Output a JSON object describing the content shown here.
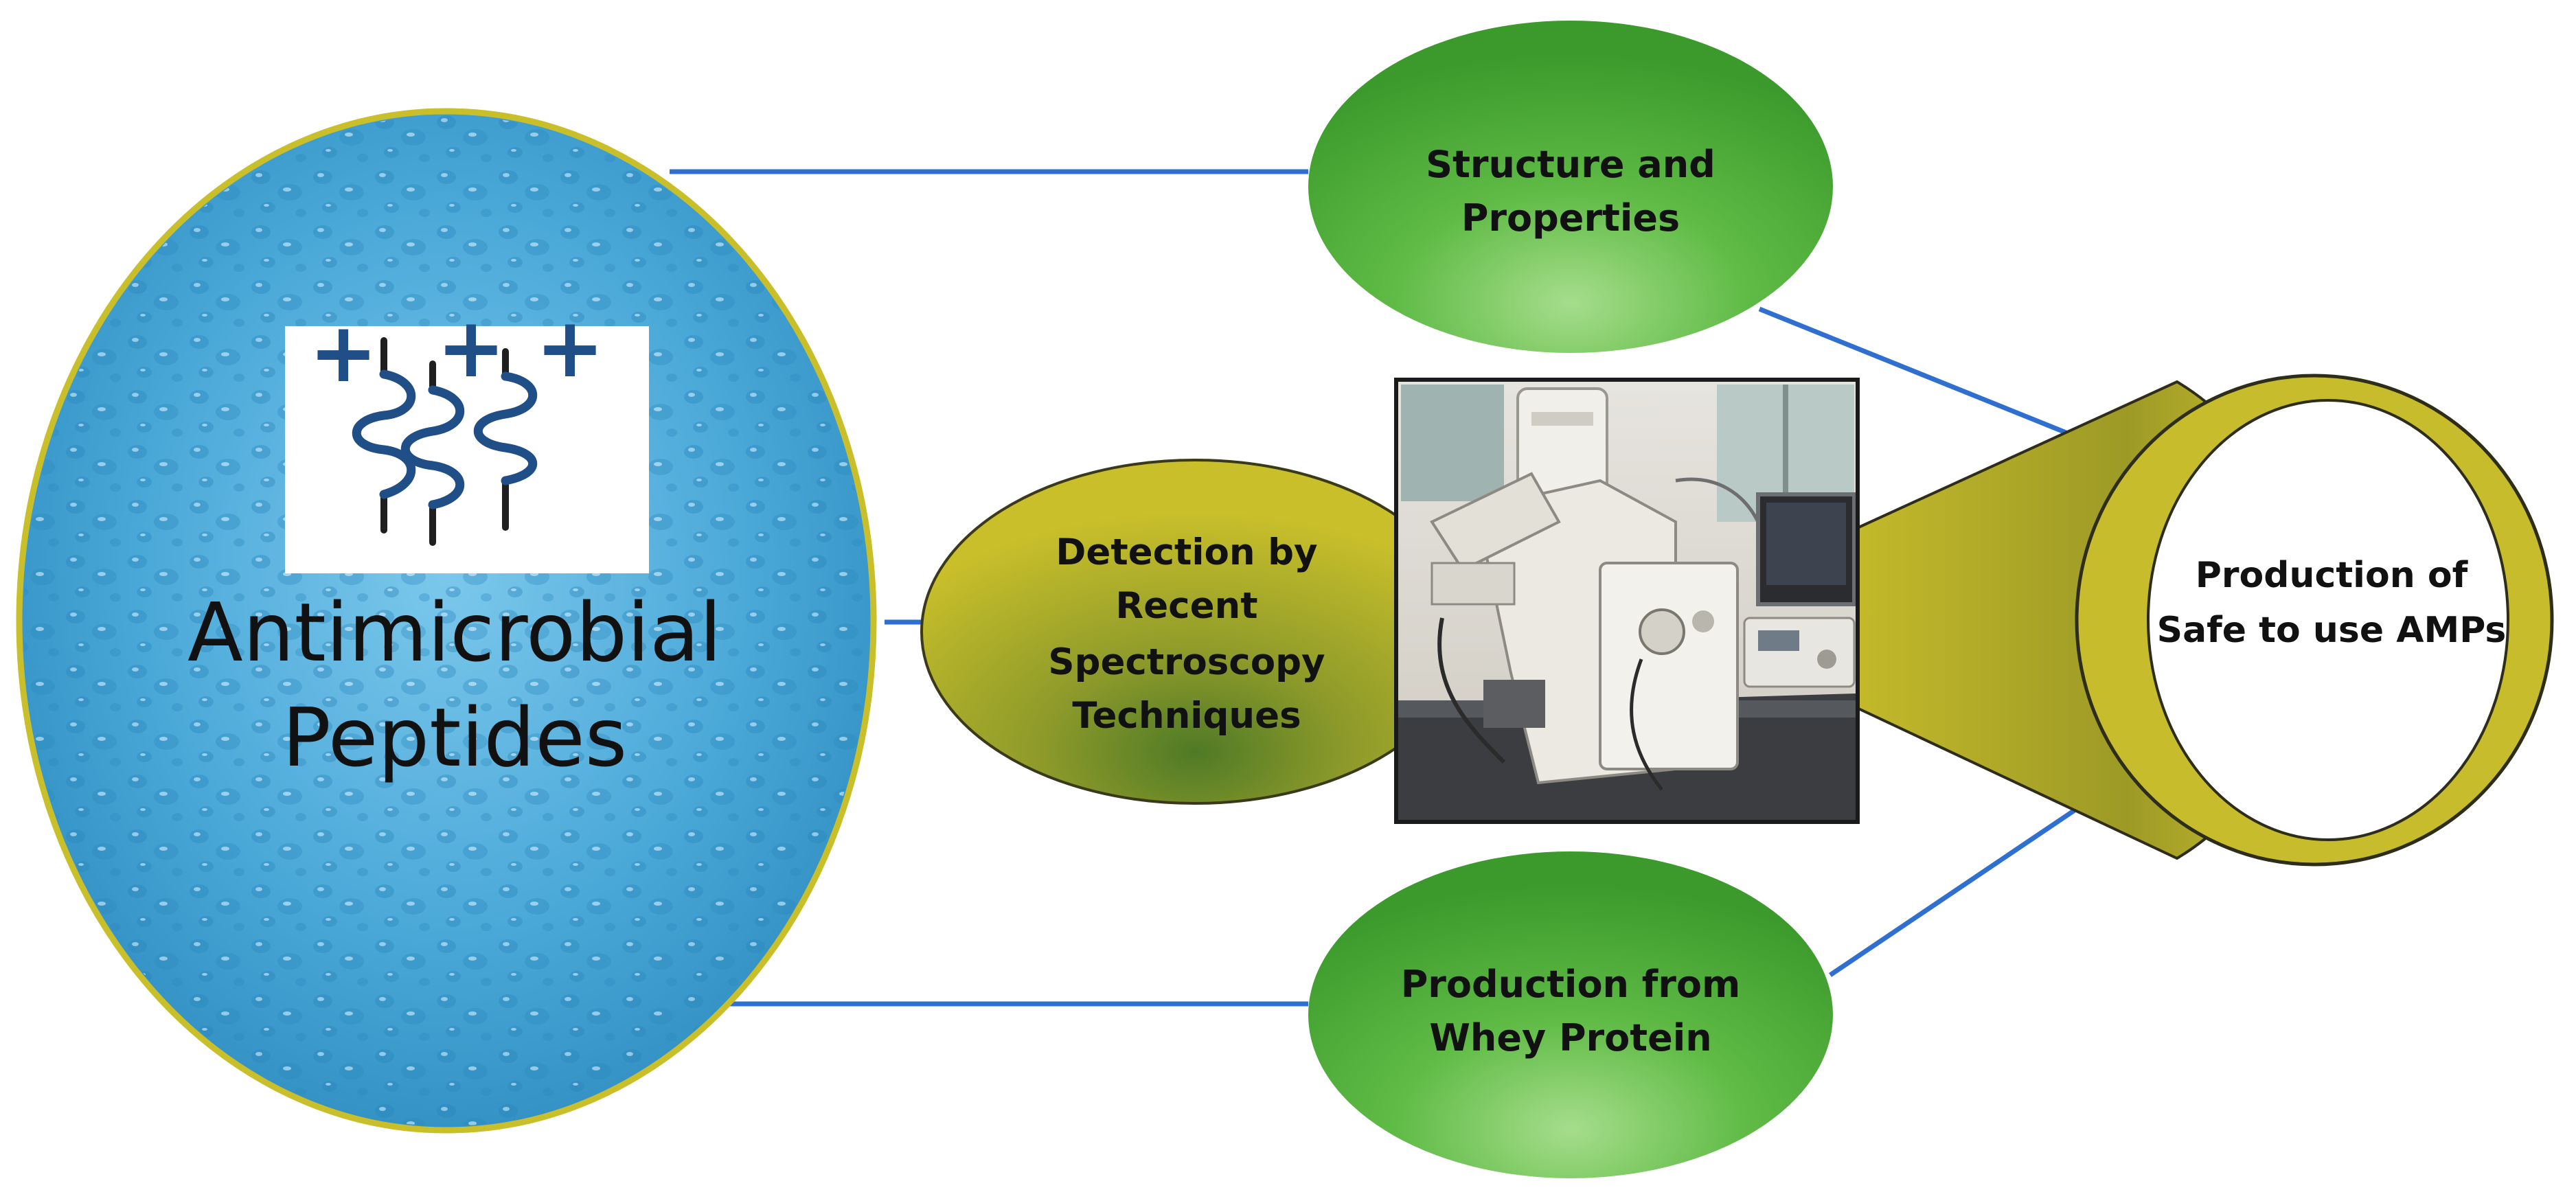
{
  "diagram": {
    "center": {
      "title_line1": "Antimicrobial",
      "title_line2": "Peptides",
      "icon": "helical-peptide-icon",
      "charge_symbol": "+"
    },
    "nodes": {
      "structure": {
        "line1": "Structure and",
        "line2": "Properties"
      },
      "detection": {
        "line1": "Detection by",
        "line2": "Recent",
        "line3": "Spectroscopy",
        "line4": "Techniques"
      },
      "whey": {
        "line1": "Production from",
        "line2": "Whey Protein"
      },
      "safe": {
        "line1": "Production of",
        "line2": "Safe to use AMPs"
      }
    },
    "image": {
      "subject": "spectroscopy-instrument-photo"
    },
    "colors": {
      "connector": "#2f6fd0",
      "water": "#4aa8d8",
      "gold": "#c9bf2a",
      "green": "#4fae3a",
      "charge": "#1f4f86"
    }
  }
}
